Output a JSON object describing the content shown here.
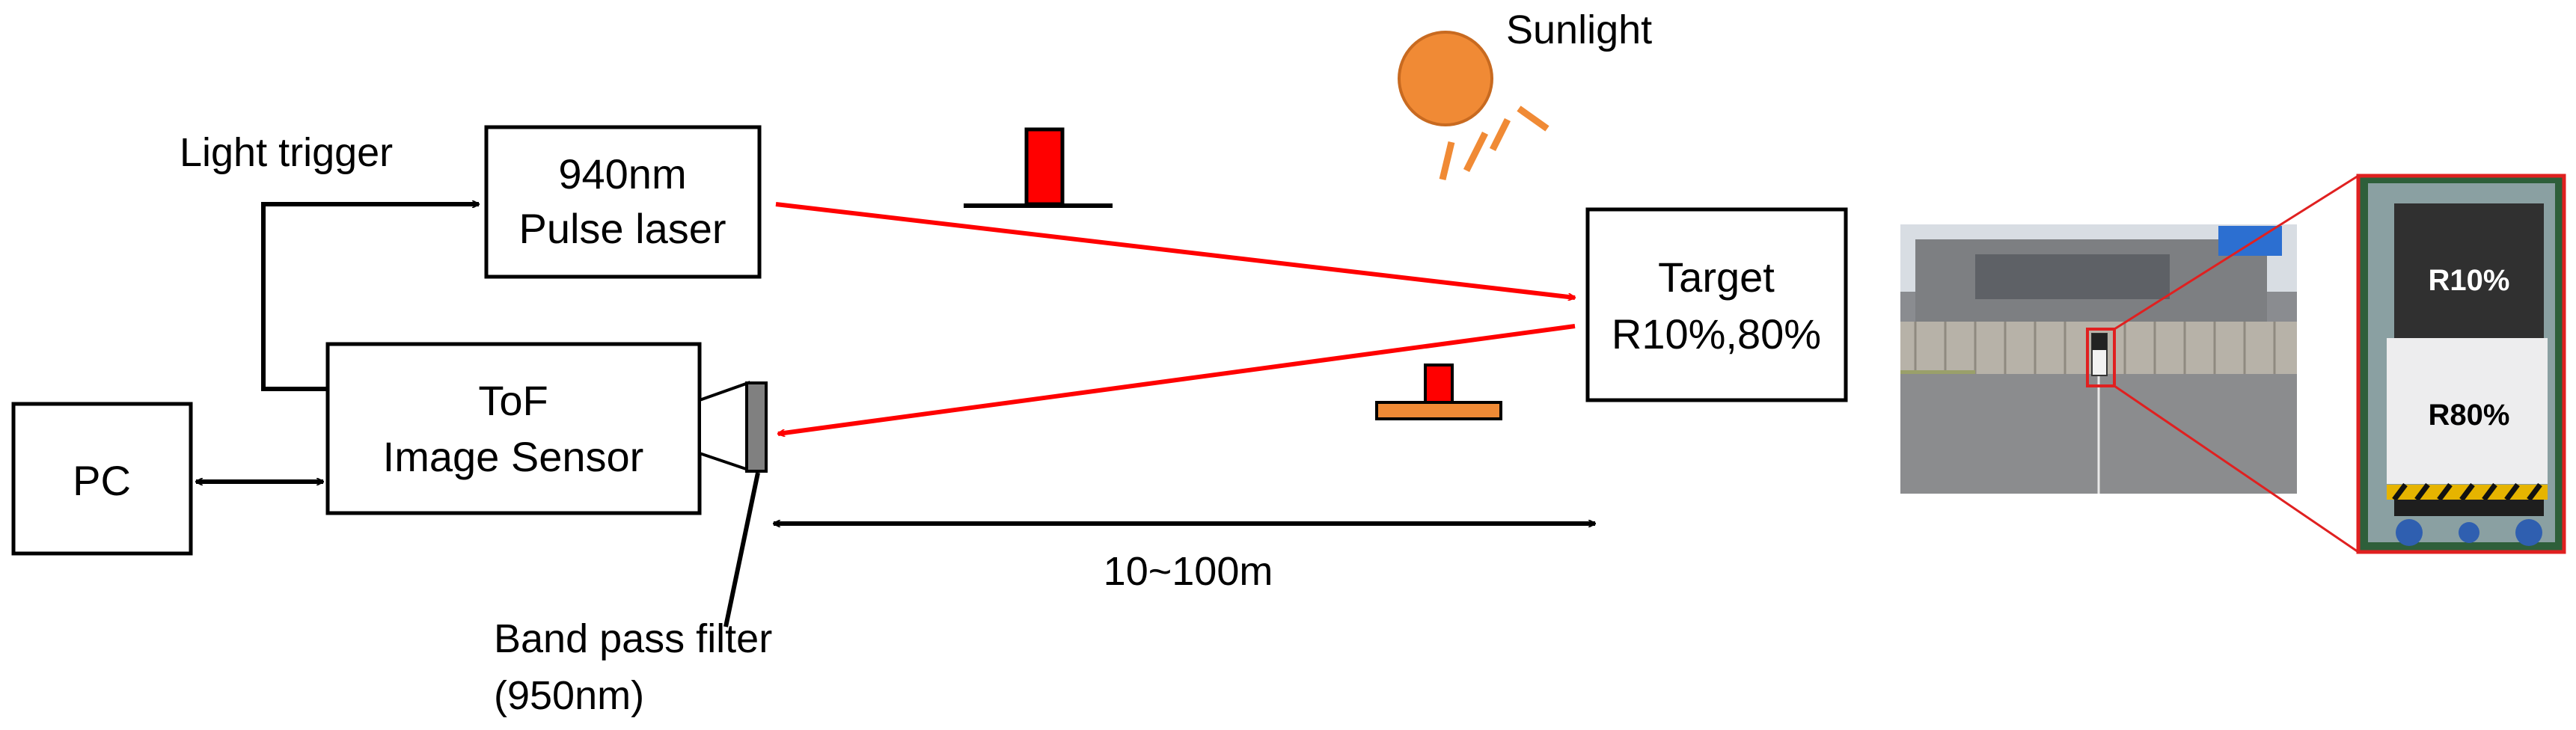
{
  "labels": {
    "pc": "PC",
    "tof_line1": "ToF",
    "tof_line2": "Image Sensor",
    "laser_line1": "940nm",
    "laser_line2": "Pulse laser",
    "target_line1": "Target",
    "target_line2": "R10%,80%",
    "light_trigger": "Light trigger",
    "sunlight": "Sunlight",
    "distance": "10~100m",
    "filter_line1": "Band pass filter",
    "filter_line2": "(950nm)"
  },
  "photo": {
    "label_top": "R10%",
    "label_bottom": "R80%"
  },
  "colors": {
    "laser_beam": "#ff0000",
    "sun": "#f08a35",
    "sun_outline": "#c86a20",
    "highlight_box": "#e02020"
  }
}
